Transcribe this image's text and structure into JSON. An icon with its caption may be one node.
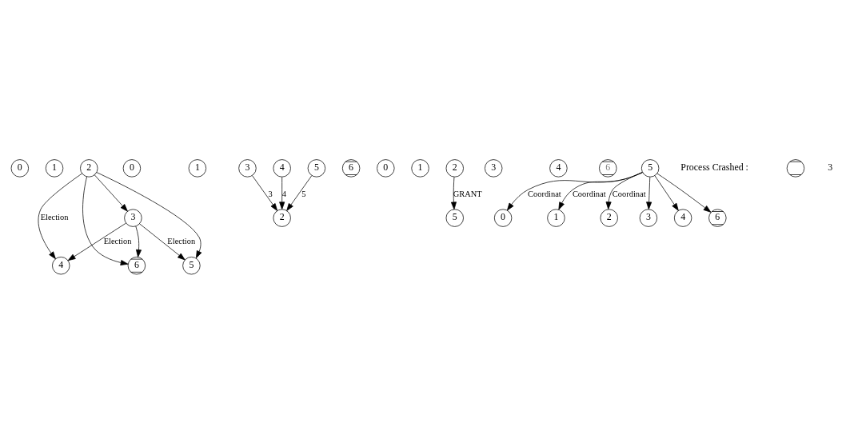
{
  "diagram": {
    "nodes": [
      {
        "text": [
          "0"
        ]
      },
      {
        "text": [
          "1"
        ]
      },
      {
        "text": [
          "2"
        ]
      },
      {
        "text": [
          "3"
        ]
      },
      {
        "text": [
          "4"
        ]
      },
      {
        "text": [
          "5"
        ]
      },
      {
        "text": [
          "6"
        ]
      },
      {
        "text": [
          "0"
        ]
      },
      {
        "text": [
          "1"
        ]
      },
      {
        "text": [
          "2"
        ]
      },
      {
        "text": [
          "3"
        ]
      },
      {
        "text": [
          "4"
        ]
      },
      {
        "text": [
          "5"
        ]
      },
      {
        "text": [
          "6"
        ]
      },
      {
        "text": [
          "0"
        ]
      },
      {
        "text": [
          "1"
        ]
      },
      {
        "text": [
          "2"
        ]
      },
      {
        "text": [
          "3"
        ]
      },
      {
        "text": [
          "4"
        ]
      },
      {
        "text": [
          "5"
        ]
      },
      {
        "text": [
          "6"
        ]
      },
      {
        "text": [
          "0"
        ]
      },
      {
        "text": [
          "1"
        ]
      },
      {
        "text": [
          "2"
        ]
      },
      {
        "text": [
          "3"
        ]
      },
      {
        "text": [
          "4"
        ]
      },
      {
        "text": [
          "5"
        ]
      },
      {
        "text": [
          "6"
        ]
      },
      {
        "text": [],
        "shape": "circle"
      }
    ],
    "edges": [
      {
        "from": 2,
        "to": 3,
        "arrow": "to"
      },
      {
        "from": 2,
        "to": 4,
        "arrow": "to",
        "label": "Election"
      },
      {
        "from": 2,
        "to": 5,
        "arrow": "to"
      },
      {
        "from": 2,
        "to": 6,
        "arrow": "to"
      },
      {
        "from": 3,
        "to": 4,
        "arrow": "to",
        "label": "Election"
      },
      {
        "from": 3,
        "to": 5,
        "arrow": "to",
        "label": "Election"
      },
      {
        "from": 3,
        "to": 6,
        "arrow": "to"
      },
      {
        "from": 10,
        "to": 9,
        "arrow": "to",
        "label": "3"
      },
      {
        "from": 11,
        "to": 9,
        "arrow": "to",
        "label": "4"
      },
      {
        "from": 12,
        "to": 9,
        "arrow": "to",
        "label": "5"
      },
      {
        "from": 16,
        "to": 19,
        "arrow": "to",
        "label": "GRANT"
      },
      {
        "from": 26,
        "to": 22,
        "arrow": "to",
        "label": "Coordinat"
      },
      {
        "from": 26,
        "to": 23,
        "arrow": "to",
        "label": "Coordinat"
      },
      {
        "from": 26,
        "to": 25,
        "arrow": "to"
      },
      {
        "from": 26,
        "to": 24,
        "arrow": "to"
      },
      {
        "from": 26,
        "to": 21,
        "arrow": "to",
        "label": "Coordinat"
      },
      {
        "from": 26,
        "to": 27,
        "arrow": "to"
      }
    ],
    "labels": [
      "3"
    ],
    "legend": [
      {
        "text": "Process Crashed :"
      }
    ]
  }
}
